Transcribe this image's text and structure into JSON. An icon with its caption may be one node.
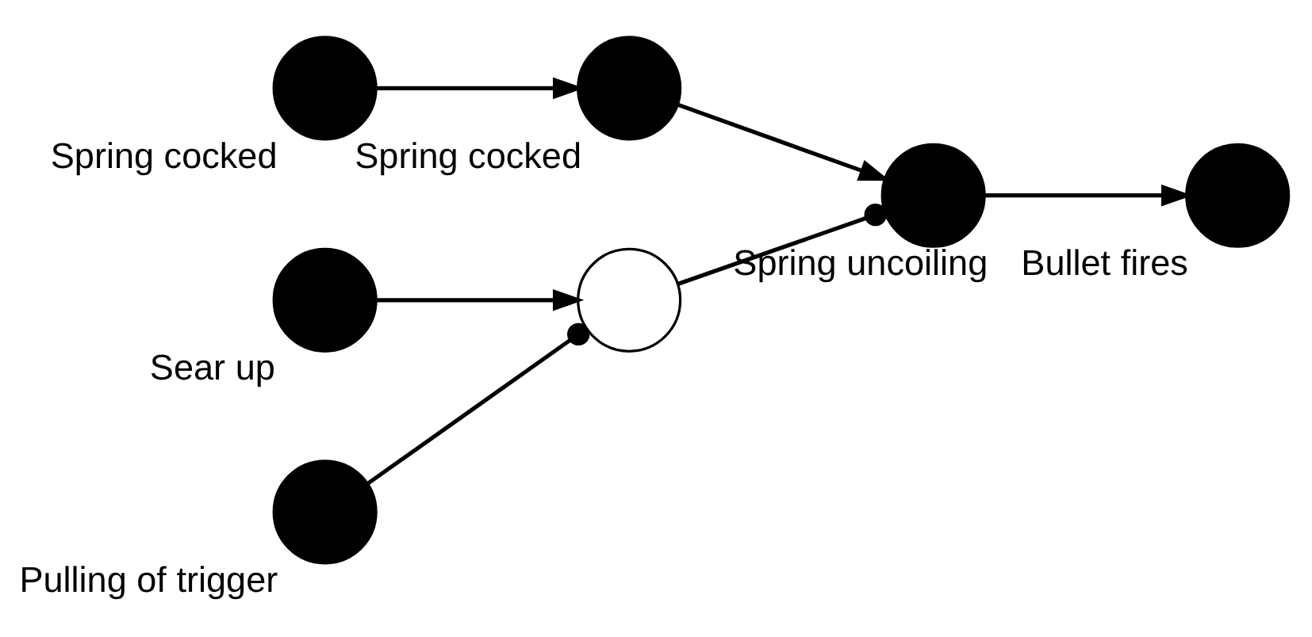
{
  "diagram": {
    "nodes": [
      {
        "text": [
          "Spring cocked"
        ]
      },
      {
        "text": [
          "Spring cocked"
        ]
      },
      {
        "text": [
          "Spring uncoiling"
        ]
      },
      {
        "text": [
          "Bullet fires"
        ]
      },
      {
        "text": [
          "Sear up"
        ]
      },
      {
        "text": [],
        "shape": "circle"
      },
      {
        "text": [
          "Pulling of trigger"
        ]
      }
    ],
    "edges": [
      {
        "from": 0,
        "to": 1,
        "arrow": "to"
      },
      {
        "from": 1,
        "to": 2,
        "arrow": "to"
      },
      {
        "from": 2,
        "to": 3,
        "arrow": "to"
      },
      {
        "from": 4,
        "to": 5,
        "arrow": "to"
      },
      {
        "from": 6,
        "to": 5,
        "arrow": "other"
      },
      {
        "from": 5,
        "to": 2,
        "arrow": "other"
      }
    ]
  }
}
